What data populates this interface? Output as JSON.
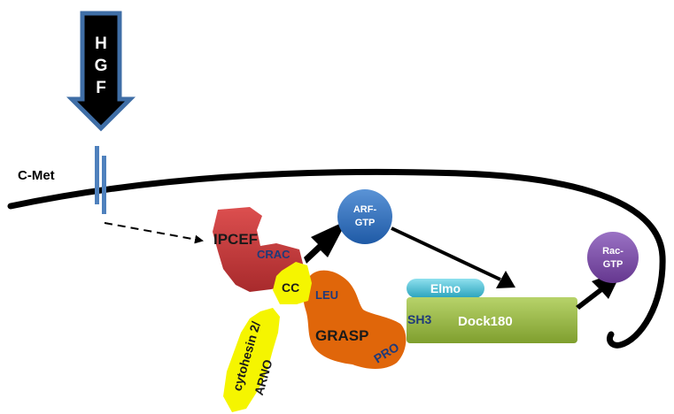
{
  "signal": {
    "ligand_letters": [
      "H",
      "G",
      "F"
    ]
  },
  "labels": {
    "receptor": "C-Met",
    "ipcef": "IPCEF",
    "crac": "CRAC",
    "cc": "CC",
    "leu": "LEU",
    "grasp": "GRASP",
    "pro": "PRO",
    "cytohesin_line1": "cytohesin 2/",
    "cytohesin_line2": "ARNO",
    "arf_line1": "ARF-",
    "arf_line2": "GTP",
    "elmo": "Elmo",
    "sh3": "SH3",
    "dock": "Dock180",
    "rac_line1": "Rac-",
    "rac_line2": "GTP"
  },
  "colors": {
    "ipcef": "#c9383a",
    "cytohesin": "#f5f500",
    "grasp": "#e0660a",
    "arf": "#2f6fba",
    "rac": "#7e4fa8",
    "dock": "#9bbb45",
    "elmo": "#41b9cf",
    "receptor": "#4f81bd",
    "membrane": "#000000",
    "label_navy": "#1f3a7a"
  }
}
